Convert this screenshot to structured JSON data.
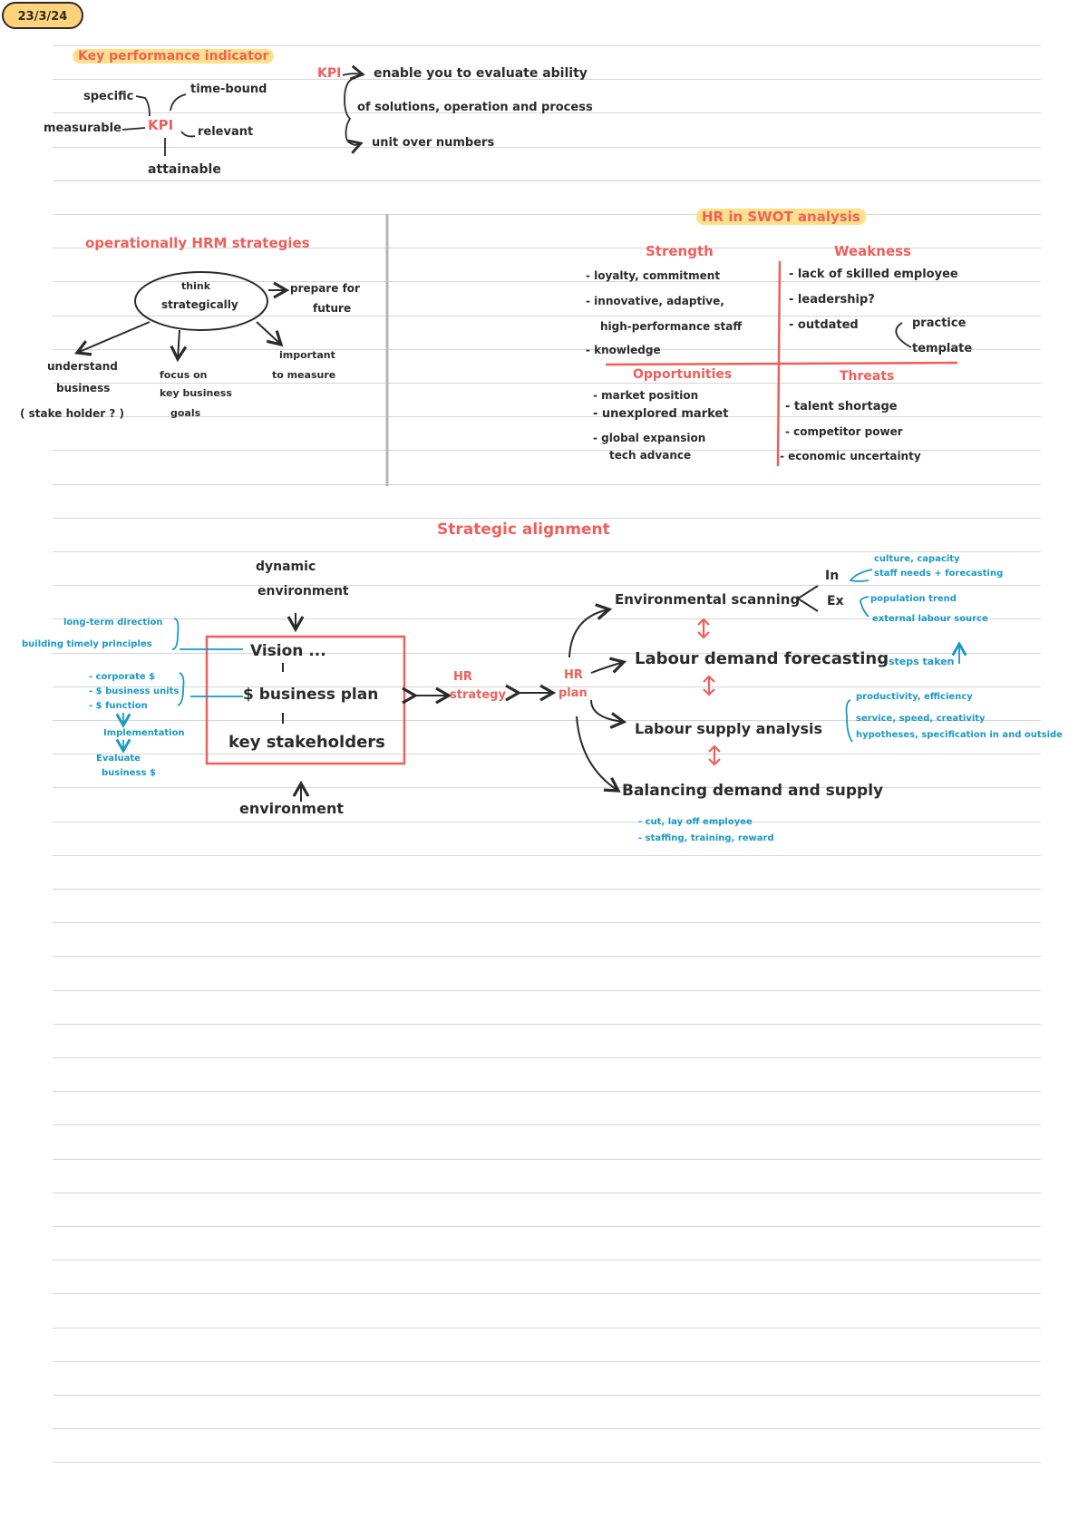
{
  "date": "23/3/24",
  "kpi": {
    "heading": "Key performance indicator",
    "center": "KPI",
    "specific": "specific",
    "time_bound": "time-bound",
    "measurable": "measurable",
    "relevant": "relevant",
    "attainable": "attainable",
    "def_label": "KPI",
    "def_line1": "enable you to evaluate ability",
    "def_line2": "of solutions, operation and process",
    "def_line3": "unit over numbers"
  },
  "hrm": {
    "heading": "operationally HRM strategies",
    "center_line1": "think",
    "center_line2": "strategically",
    "prepare_line1": "prepare for",
    "prepare_line2": "future",
    "understand_line1": "understand",
    "understand_line2": "business",
    "understand_line3": "( stake holder ? )",
    "focus_line1": "focus on",
    "focus_line2": "key business",
    "focus_line3": "goals",
    "important_line1": "important",
    "important_line2": "to measure"
  },
  "swot": {
    "heading": "HR in SWOT analysis",
    "strength_title": "Strength",
    "weakness_title": "Weakness",
    "opportunities_title": "Opportunities",
    "threats_title": "Threats",
    "s1": "- loyalty, commitment",
    "s2": "- innovative, adaptive,",
    "s3": "high-performance staff",
    "s4": "- knowledge",
    "w1": "- lack of skilled employee",
    "w2": "- leadership?",
    "w3": "- outdated",
    "w3a": "practice",
    "w3b": "template",
    "o1": "- market position",
    "o2": "- unexplored market",
    "o3": "- global expansion",
    "o4": "tech advance",
    "t1": "- talent shortage",
    "t2": "- competitor power",
    "t3": "- economic uncertainty"
  },
  "alignment": {
    "heading": "Strategic alignment",
    "dynamic_line1": "dynamic",
    "dynamic_line2": "environment",
    "box_vision": "Vision ...",
    "box_plan": "$ business plan",
    "box_stake": "key stakeholders",
    "environment": "environment",
    "left_blue_1": "long-term direction",
    "left_blue_2": "building timely principles",
    "left_list_1": "- corporate $",
    "left_list_2": "- $ business units",
    "left_list_3": "- $ function",
    "left_impl": "Implementation",
    "left_eval_1": "Evaluate",
    "left_eval_2": "business $",
    "hr_strategy_1": "HR",
    "hr_strategy_2": "strategy",
    "hr_plan_1": "HR",
    "hr_plan_2": "plan",
    "env_scanning": "Environmental scanning",
    "in_label": "In",
    "ex_label": "Ex",
    "in_note_1": "culture, capacity",
    "in_note_2": "staff needs + forecasting",
    "ex_note_1": "population trend",
    "ex_note_2": "external labour source",
    "labour_demand": "Labour demand forecasting",
    "labour_demand_note": "steps taken",
    "labour_supply": "Labour supply analysis",
    "supply_note_1": "productivity, efficiency",
    "supply_note_2": "service, speed, creativity",
    "supply_note_3": "hypotheses, specification in and outside",
    "balancing": "Balancing demand and supply",
    "balance_note_1": "- cut, lay off employee",
    "balance_note_2": "- staffing, training, reward"
  }
}
